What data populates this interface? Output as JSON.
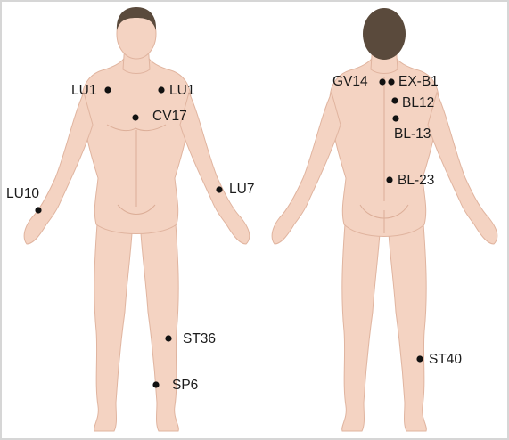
{
  "points": [
    {
      "id": "lu1-right",
      "label": "LU1"
    },
    {
      "id": "lu1-left",
      "label": "LU1"
    },
    {
      "id": "cv17",
      "label": "CV17"
    },
    {
      "id": "lu10",
      "label": "LU10"
    },
    {
      "id": "lu7",
      "label": "LU7"
    },
    {
      "id": "st36",
      "label": "ST36"
    },
    {
      "id": "sp6",
      "label": "SP6"
    },
    {
      "id": "gv14",
      "label": "GV14"
    },
    {
      "id": "ex-b1",
      "label": "EX-B1"
    },
    {
      "id": "bl12",
      "label": "BL12"
    },
    {
      "id": "bl13",
      "label": "BL-13"
    },
    {
      "id": "bl23",
      "label": "BL-23"
    },
    {
      "id": "st40",
      "label": "ST40"
    }
  ],
  "colors": {
    "skin": "#f4d3c2",
    "hair": "#5a4a3c",
    "dot": "#111111",
    "border": "#d6d6d6"
  }
}
